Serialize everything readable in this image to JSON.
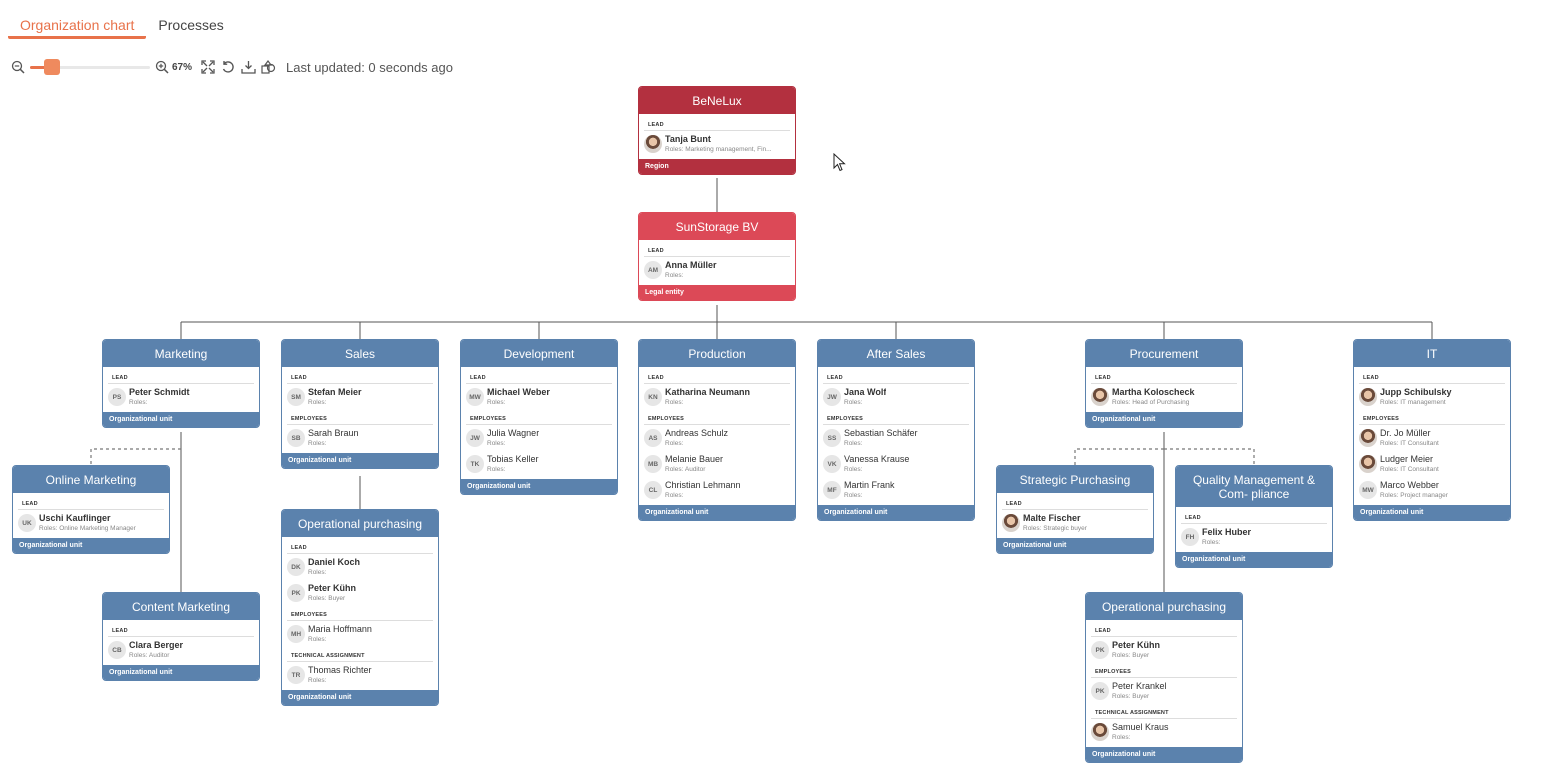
{
  "tabs": [
    {
      "label": "Organization chart",
      "active": true
    },
    {
      "label": "Processes",
      "active": false
    }
  ],
  "toolbar": {
    "zoom_percent_label": "67%",
    "zoom_level": 0.67,
    "last_updated": "Last updated: 0 seconds ago",
    "icons": [
      "zoom-out-icon",
      "zoom-in-icon",
      "fit-screen-icon",
      "reset-icon",
      "download-icon",
      "shapes-icon"
    ]
  },
  "colors": {
    "accent": "#e8724a",
    "region": "#b3303f",
    "legal_entity": "#dc4957",
    "org_unit": "#5b82ad"
  },
  "cards": {
    "benelux": {
      "title": "BeNeLux",
      "footer": "Region",
      "sections": [
        {
          "label": "LEAD",
          "people": [
            {
              "initials": "",
              "photo": true,
              "name": "Tanja Bunt",
              "roles": "Roles: Marketing management, Fin..."
            }
          ]
        }
      ]
    },
    "sunstorage": {
      "title": "SunStorage BV",
      "footer": "Legal entity",
      "sections": [
        {
          "label": "LEAD",
          "people": [
            {
              "initials": "AM",
              "name": "Anna Müller",
              "roles": "Roles:"
            }
          ]
        }
      ]
    },
    "marketing": {
      "title": "Marketing",
      "footer": "Organizational unit",
      "sections": [
        {
          "label": "LEAD",
          "people": [
            {
              "initials": "PS",
              "name": "Peter Schmidt",
              "roles": "Roles:"
            }
          ]
        }
      ]
    },
    "sales": {
      "title": "Sales",
      "footer": "Organizational unit",
      "sections": [
        {
          "label": "LEAD",
          "people": [
            {
              "initials": "SM",
              "name": "Stefan Meier",
              "roles": "Roles:"
            }
          ]
        },
        {
          "label": "EMPLOYEES",
          "people": [
            {
              "initials": "SB",
              "name": "Sarah Braun",
              "roles": "Roles:"
            }
          ]
        }
      ]
    },
    "development": {
      "title": "Development",
      "footer": "Organizational unit",
      "sections": [
        {
          "label": "LEAD",
          "people": [
            {
              "initials": "MW",
              "name": "Michael Weber",
              "roles": "Roles:"
            }
          ]
        },
        {
          "label": "EMPLOYEES",
          "people": [
            {
              "initials": "JW",
              "name": "Julia Wagner",
              "roles": "Roles:"
            },
            {
              "initials": "TK",
              "name": "Tobias Keller",
              "roles": "Roles:"
            }
          ]
        }
      ]
    },
    "production": {
      "title": "Production",
      "footer": "Organizational unit",
      "sections": [
        {
          "label": "LEAD",
          "people": [
            {
              "initials": "KN",
              "name": "Katharina Neumann",
              "roles": "Roles:"
            }
          ]
        },
        {
          "label": "EMPLOYEES",
          "people": [
            {
              "initials": "AS",
              "name": "Andreas Schulz",
              "roles": "Roles:"
            },
            {
              "initials": "MB",
              "name": "Melanie Bauer",
              "roles": "Roles: Auditor"
            },
            {
              "initials": "CL",
              "name": "Christian Lehmann",
              "roles": "Roles:"
            }
          ]
        }
      ]
    },
    "aftersales": {
      "title": "After Sales",
      "footer": "Organizational unit",
      "sections": [
        {
          "label": "LEAD",
          "people": [
            {
              "initials": "JW",
              "name": "Jana Wolf",
              "roles": "Roles:"
            }
          ]
        },
        {
          "label": "EMPLOYEES",
          "people": [
            {
              "initials": "SS",
              "name": "Sebastian Schäfer",
              "roles": "Roles:"
            },
            {
              "initials": "VK",
              "name": "Vanessa Krause",
              "roles": "Roles:"
            },
            {
              "initials": "MF",
              "name": "Martin Frank",
              "roles": "Roles:"
            }
          ]
        }
      ]
    },
    "procurement": {
      "title": "Procurement",
      "footer": "Organizational unit",
      "sections": [
        {
          "label": "LEAD",
          "people": [
            {
              "initials": "",
              "photo": true,
              "name": "Martha Koloscheck",
              "roles": "Roles: Head of Purchasing"
            }
          ]
        }
      ]
    },
    "it": {
      "title": "IT",
      "footer": "Organizational unit",
      "sections": [
        {
          "label": "LEAD",
          "people": [
            {
              "initials": "",
              "photo": true,
              "name": "Jupp Schibulsky",
              "roles": "Roles: IT management"
            }
          ]
        },
        {
          "label": "EMPLOYEES",
          "people": [
            {
              "initials": "",
              "photo": true,
              "name": "Dr. Jo Müller",
              "roles": "Roles: IT Consultant"
            },
            {
              "initials": "",
              "photo": true,
              "name": "Ludger Meier",
              "roles": "Roles: IT Consultant"
            },
            {
              "initials": "MW",
              "name": "Marco Webber",
              "roles": "Roles: Project manager"
            }
          ]
        }
      ]
    },
    "online_marketing": {
      "title": "Online Marketing",
      "footer": "Organizational unit",
      "sections": [
        {
          "label": "LEAD",
          "people": [
            {
              "initials": "UK",
              "name": "Uschi Kauflinger",
              "roles": "Roles: Online Marketing Manager"
            }
          ]
        }
      ]
    },
    "content_marketing": {
      "title": "Content Marketing",
      "footer": "Organizational unit",
      "sections": [
        {
          "label": "LEAD",
          "people": [
            {
              "initials": "CB",
              "name": "Clara Berger",
              "roles": "Roles: Auditor"
            }
          ]
        }
      ]
    },
    "sales_opurch": {
      "title": "Operational purchasing",
      "footer": "Organizational unit",
      "sections": [
        {
          "label": "LEAD",
          "people": [
            {
              "initials": "DK",
              "name": "Daniel Koch",
              "roles": "Roles:"
            },
            {
              "initials": "PK",
              "name": "Peter Kühn",
              "roles": "Roles: Buyer"
            }
          ]
        },
        {
          "label": "EMPLOYEES",
          "people": [
            {
              "initials": "MH",
              "name": "Maria Hoffmann",
              "roles": "Roles:"
            }
          ]
        },
        {
          "label": "TECHNICAL ASSIGNMENT",
          "people": [
            {
              "initials": "TR",
              "name": "Thomas Richter",
              "roles": "Roles:"
            }
          ]
        }
      ]
    },
    "strategic_purchasing": {
      "title": "Strategic Purchasing",
      "footer": "Organizational unit",
      "sections": [
        {
          "label": "LEAD",
          "people": [
            {
              "initials": "",
              "photo": true,
              "name": "Malte Fischer",
              "roles": "Roles: Strategic buyer"
            }
          ]
        }
      ]
    },
    "quality": {
      "title": "Quality Management & Com- pliance",
      "footer": "Organizational unit",
      "sections": [
        {
          "label": "LEAD",
          "people": [
            {
              "initials": "FH",
              "name": "Felix Huber",
              "roles": "Roles:"
            }
          ]
        }
      ]
    },
    "proc_opurch": {
      "title": "Operational purchasing",
      "footer": "Organizational unit",
      "sections": [
        {
          "label": "LEAD",
          "people": [
            {
              "initials": "PK",
              "name": "Peter Kühn",
              "roles": "Roles: Buyer"
            }
          ]
        },
        {
          "label": "EMPLOYEES",
          "people": [
            {
              "initials": "PK",
              "name": "Peter Krankel",
              "roles": "Roles: Buyer"
            }
          ]
        },
        {
          "label": "TECHNICAL ASSIGNMENT",
          "people": [
            {
              "initials": "",
              "photo": true,
              "name": "Samuel Kraus",
              "roles": "Roles:"
            }
          ]
        }
      ]
    }
  }
}
